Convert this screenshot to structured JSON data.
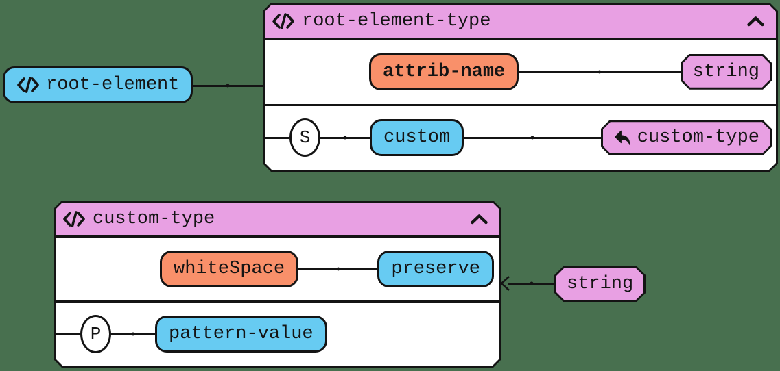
{
  "colors": {
    "background_green": "#48704F",
    "element_blue": "#67CBF2",
    "attribute_orange": "#F9906A",
    "type_pink": "#E8A0E3",
    "border_black": "#141414",
    "box_white": "#FFFFFF"
  },
  "root_element": {
    "label": "root-element"
  },
  "root_element_type_box": {
    "title": "root-element-type",
    "attribute_row": {
      "name": "attrib-name",
      "type": "string"
    },
    "sequence_row": {
      "indicator": "S",
      "element": "custom",
      "type_ref": "custom-type"
    }
  },
  "custom_type_box": {
    "title": "custom-type",
    "facet_row": {
      "name": "whiteSpace",
      "value": "preserve"
    },
    "pattern_row": {
      "indicator": "P",
      "name": "pattern-value"
    },
    "base_type_ref": {
      "label": "string"
    }
  },
  "icons": {
    "code": "code-icon",
    "collapse": "chevron-up-icon",
    "reference": "reply-arrow-icon",
    "arrowhead": "arrowhead-left-icon"
  }
}
